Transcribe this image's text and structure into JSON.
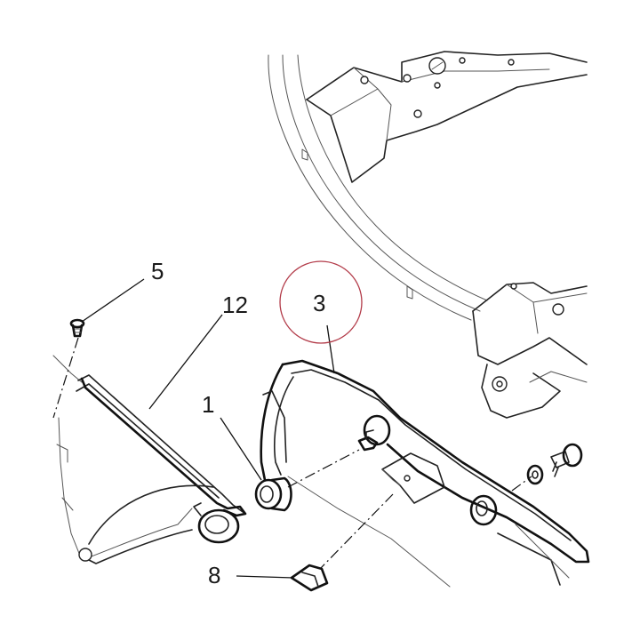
{
  "callouts": {
    "c1": "1",
    "c3": "3",
    "c5": "5",
    "c8": "8",
    "c12": "12"
  },
  "highlight_color": "#b23a48",
  "line_color": "#111111",
  "background": "#ffffff"
}
